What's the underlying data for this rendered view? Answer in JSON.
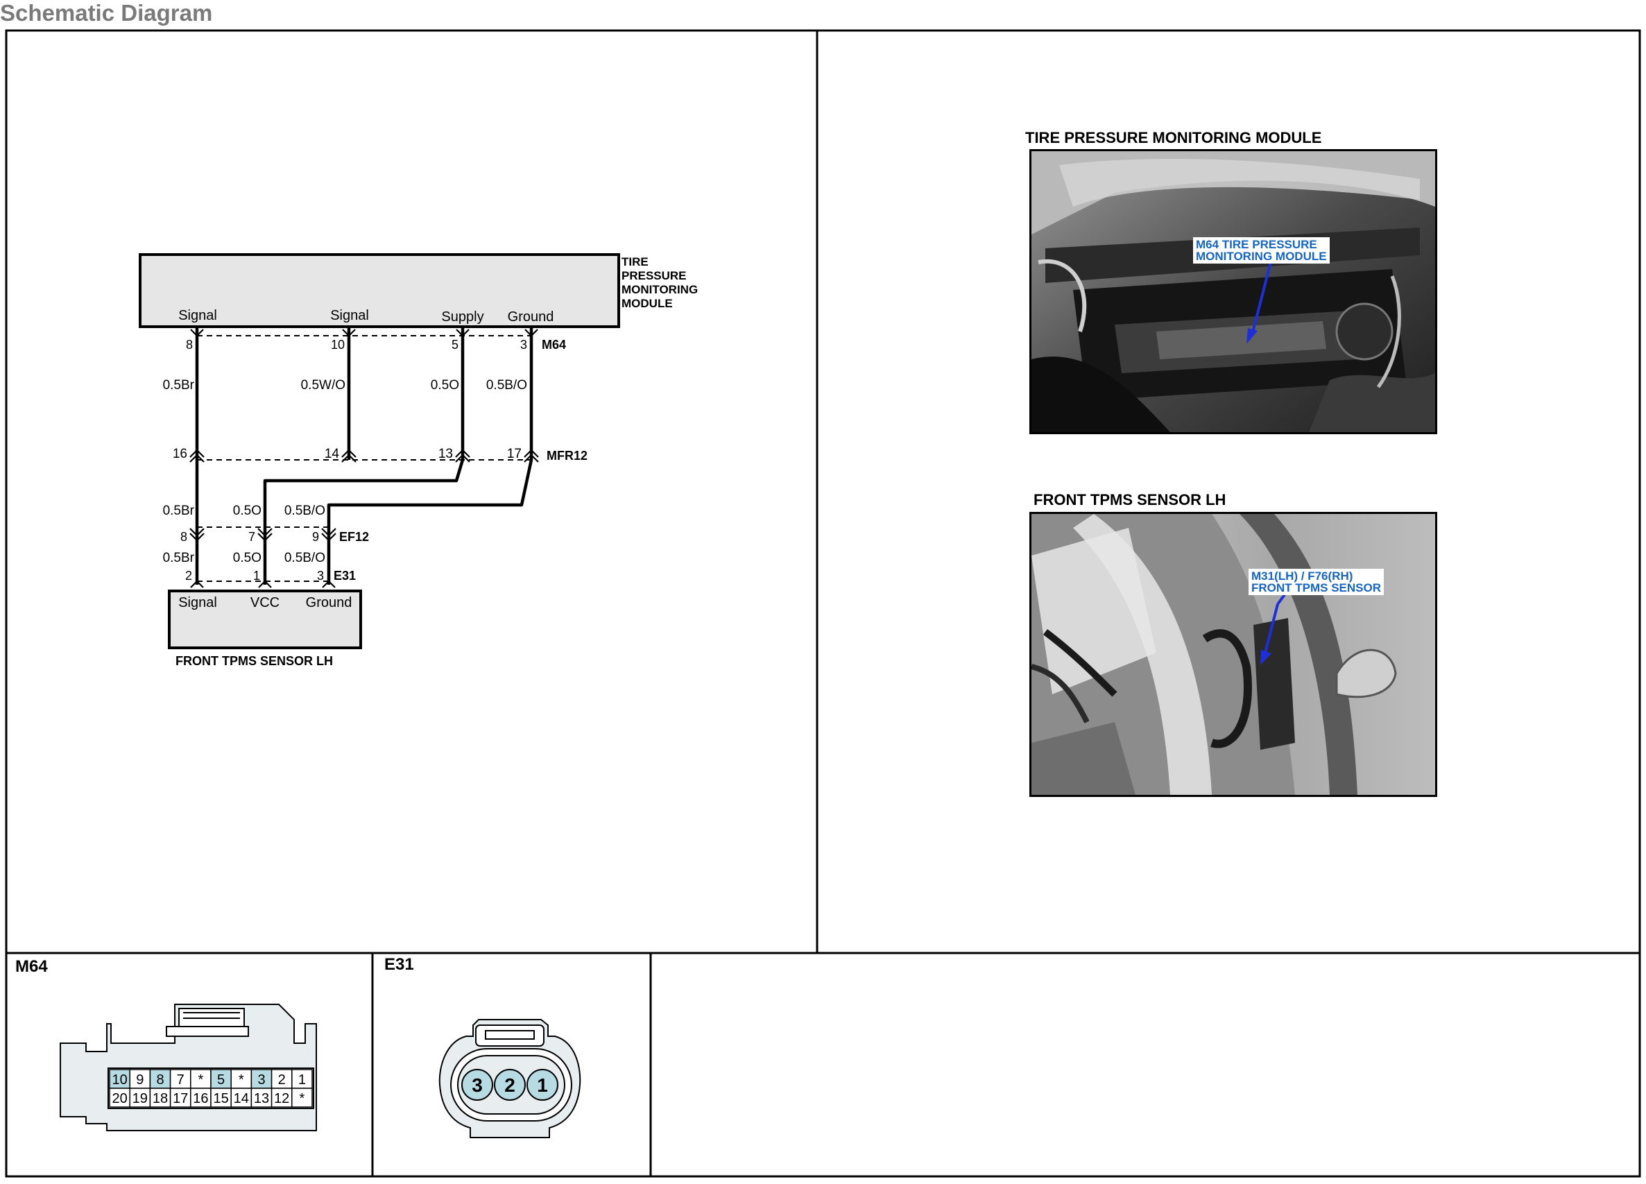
{
  "page_title": "Schematic Diagram",
  "module": {
    "name_lines": [
      "TIRE",
      "PRESSURE",
      "MONITORING",
      "MODULE"
    ],
    "pin_labels": [
      "Signal",
      "Signal",
      "Supply",
      "Ground"
    ],
    "connector": "M64",
    "pins": [
      "8",
      "10",
      "5",
      "3"
    ]
  },
  "wires_top": [
    "0.5Br",
    "0.5W/O",
    "0.5O",
    "0.5B/O"
  ],
  "mfr12": {
    "connector": "MFR12",
    "pins": [
      "16",
      "14",
      "13",
      "17"
    ]
  },
  "wires_mid": [
    "0.5Br",
    "0.5O",
    "0.5B/O"
  ],
  "ef12": {
    "connector": "EF12",
    "pins": [
      "8",
      "7",
      "9"
    ]
  },
  "wires_low": [
    "0.5Br",
    "0.5O",
    "0.5B/O"
  ],
  "e31": {
    "connector": "E31",
    "pins": [
      "2",
      "1",
      "3"
    ]
  },
  "sensor": {
    "pin_labels": [
      "Signal",
      "VCC",
      "Ground"
    ],
    "name": "FRONT TPMS SENSOR LH"
  },
  "photos": [
    {
      "title": "TIRE PRESSURE MONITORING MODULE",
      "callout": "M64 TIRE PRESSURE\nMONITORING MODULE"
    },
    {
      "title": "FRONT TPMS SENSOR LH",
      "callout": "M31(LH) / F76(RH)\nFRONT TPMS SENSOR"
    }
  ],
  "connector_views": {
    "m64": {
      "label": "M64",
      "row1": [
        "10",
        "9",
        "8",
        "7",
        "*",
        "5",
        "*",
        "3",
        "2",
        "1"
      ],
      "row2": [
        "20",
        "19",
        "18",
        "17",
        "16",
        "15",
        "14",
        "13",
        "12",
        "*"
      ],
      "used_pins": [
        "10",
        "8",
        "5",
        "3"
      ]
    },
    "e31": {
      "label": "E31",
      "pins": [
        "3",
        "2",
        "1"
      ]
    }
  },
  "colors": {
    "title_gray": "#7a7a7a",
    "box_fill": "#e6e6e6",
    "pin_highlight": "#b7dbe3",
    "callout_blue": "#1565c0",
    "arrow_blue": "#1e2fd6",
    "connector_fill": "#e8eef0"
  }
}
